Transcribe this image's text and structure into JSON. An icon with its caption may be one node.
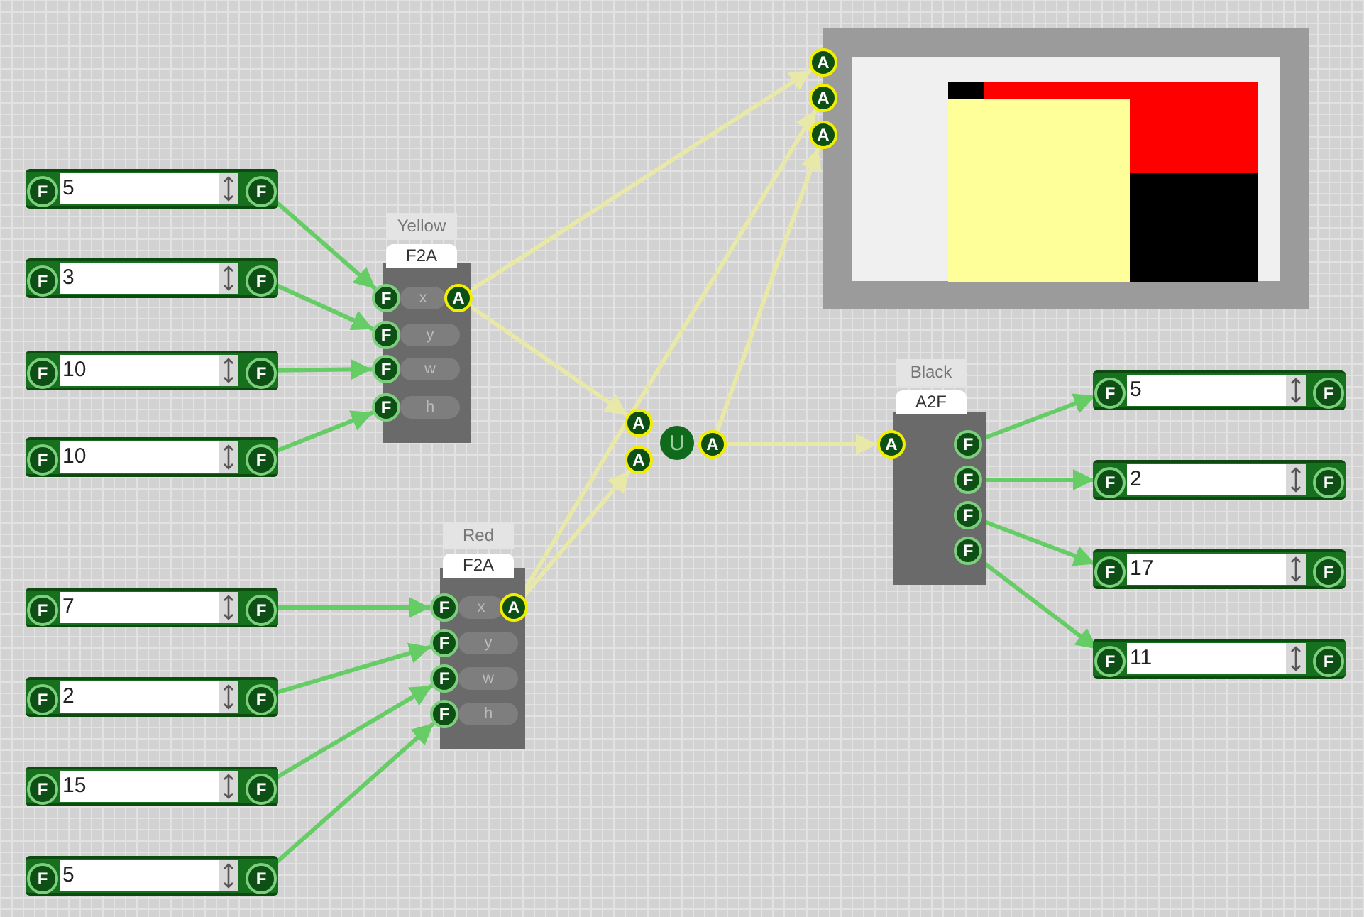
{
  "diagram": {
    "nodes": [
      {
        "text": [],
        "shape": "box"
      },
      {
        "text": [
          "A"
        ]
      },
      {
        "text": [
          "A"
        ]
      },
      {
        "text": [
          "A"
        ]
      },
      {
        "text": [
          "5"
        ]
      },
      {
        "text": [
          "F"
        ],
        "in": 4
      },
      {
        "text": [
          "F"
        ],
        "in": 4
      },
      {
        "text": [
          "3"
        ]
      },
      {
        "text": [
          "F"
        ],
        "in": 7
      },
      {
        "text": [
          "F"
        ],
        "in": 7
      },
      {
        "text": [
          "10"
        ]
      },
      {
        "text": [
          "F"
        ],
        "in": 10
      },
      {
        "text": [
          "F"
        ],
        "in": 10
      },
      {
        "text": [
          "10"
        ]
      },
      {
        "text": [
          "F"
        ],
        "in": 13
      },
      {
        "text": [
          "F"
        ],
        "in": 13
      },
      {
        "text": [
          "Yellow",
          "F2A"
        ]
      },
      {
        "text": [
          "F"
        ],
        "in": 16
      },
      {
        "text": [
          "x"
        ],
        "in": 16
      },
      {
        "text": [
          "A"
        ],
        "in": 16
      },
      {
        "text": [
          "F"
        ],
        "in": 16
      },
      {
        "text": [
          "y"
        ],
        "in": 16
      },
      {
        "text": [
          "F"
        ],
        "in": 16
      },
      {
        "text": [
          "w"
        ],
        "in": 16
      },
      {
        "text": [
          "F"
        ],
        "in": 16
      },
      {
        "text": [
          "h"
        ],
        "in": 16
      },
      {
        "text": [
          "A"
        ]
      },
      {
        "text": [
          "A"
        ]
      },
      {
        "text": [
          "U"
        ]
      },
      {
        "text": [
          "A"
        ]
      },
      {
        "text": [
          "Black",
          "A2F"
        ]
      },
      {
        "text": [
          "A"
        ],
        "in": 30
      },
      {
        "text": [
          "F"
        ],
        "in": 30
      },
      {
        "text": [
          "F"
        ],
        "in": 30
      },
      {
        "text": [
          "F"
        ],
        "in": 30
      },
      {
        "text": [
          "F"
        ],
        "in": 30
      },
      {
        "text": [
          "5"
        ]
      },
      {
        "text": [
          "F"
        ],
        "in": 36
      },
      {
        "text": [
          "F"
        ],
        "in": 36
      },
      {
        "text": [
          "2"
        ]
      },
      {
        "text": [
          "F"
        ],
        "in": 39
      },
      {
        "text": [
          "F"
        ],
        "in": 39
      },
      {
        "text": [
          "17"
        ]
      },
      {
        "text": [
          "F"
        ],
        "in": 42
      },
      {
        "text": [
          "F"
        ],
        "in": 42
      },
      {
        "text": [
          "11"
        ]
      },
      {
        "text": [
          "F"
        ],
        "in": 45
      },
      {
        "text": [
          "F"
        ],
        "in": 45
      },
      {
        "text": [
          "Red",
          "F2A"
        ]
      },
      {
        "text": [
          "F"
        ],
        "in": 48
      },
      {
        "text": [
          "x"
        ],
        "in": 48
      },
      {
        "text": [
          "A"
        ],
        "in": 48
      },
      {
        "text": [
          "F"
        ],
        "in": 48
      },
      {
        "text": [
          "y"
        ],
        "in": 48
      },
      {
        "text": [
          "F"
        ],
        "in": 48
      },
      {
        "text": [
          "w"
        ],
        "in": 48
      },
      {
        "text": [
          "F"
        ],
        "in": 48
      },
      {
        "text": [
          "h"
        ],
        "in": 48
      },
      {
        "text": [
          "7"
        ]
      },
      {
        "text": [
          "F"
        ],
        "in": 58
      },
      {
        "text": [
          "F"
        ],
        "in": 58
      },
      {
        "text": [
          "2"
        ]
      },
      {
        "text": [
          "F"
        ],
        "in": 61
      },
      {
        "text": [
          "F"
        ],
        "in": 61
      },
      {
        "text": [
          "15"
        ]
      },
      {
        "text": [
          "F"
        ],
        "in": 64
      },
      {
        "text": [
          "F"
        ],
        "in": 64
      },
      {
        "text": [
          "5"
        ]
      },
      {
        "text": [
          "F"
        ],
        "in": 67
      },
      {
        "text": [
          "F"
        ],
        "in": 67
      }
    ],
    "edges": [
      {
        "from": 6,
        "to": 17,
        "arrow": "to"
      },
      {
        "from": 9,
        "to": 20,
        "arrow": "to"
      },
      {
        "from": 12,
        "to": 22,
        "arrow": "to"
      },
      {
        "from": 15,
        "to": 24,
        "arrow": "to"
      },
      {
        "from": 60,
        "to": 49,
        "arrow": "to"
      },
      {
        "from": 63,
        "to": 52,
        "arrow": "to"
      },
      {
        "from": 66,
        "to": 54,
        "arrow": "to"
      },
      {
        "from": 69,
        "to": 56,
        "arrow": "to"
      },
      {
        "from": 19,
        "to": 1,
        "arrow": "to",
        "color": "#e8e8a8"
      },
      {
        "from": 19,
        "to": 26,
        "arrow": "to",
        "color": "#e8e8a8"
      },
      {
        "from": 51,
        "to": 27,
        "arrow": "to",
        "color": "#e8e8a8"
      },
      {
        "from": 51,
        "to": 2,
        "arrow": "to",
        "color": "#e8e8a8"
      },
      {
        "from": 29,
        "to": 3,
        "arrow": "to",
        "color": "#e8e8a8"
      },
      {
        "from": 29,
        "to": 31,
        "arrow": "to",
        "color": "#e8e8a8"
      },
      {
        "from": 32,
        "to": 37,
        "arrow": "to"
      },
      {
        "from": 33,
        "to": 40,
        "arrow": "to"
      },
      {
        "from": 34,
        "to": 43,
        "arrow": "to"
      },
      {
        "from": 35,
        "to": 46,
        "arrow": "to"
      }
    ]
  }
}
